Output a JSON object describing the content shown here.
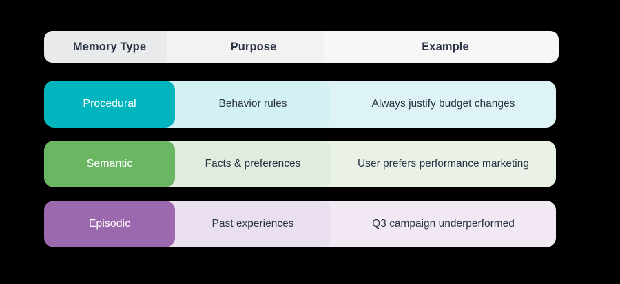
{
  "table": {
    "columns": [
      {
        "key": "type",
        "label": "Memory Type",
        "header_bg": "#e9eaec"
      },
      {
        "key": "purpose",
        "label": "Purpose",
        "header_bg": "#f2f2f3"
      },
      {
        "key": "example",
        "label": "Example",
        "header_bg": "#f7f7f8"
      }
    ],
    "header_text_color": "#2b3445",
    "body_text_color": "#2b3445",
    "background": "#000000",
    "rows": [
      {
        "type": "Procedural",
        "purpose": "Behavior rules",
        "example": "Always justify budget changes",
        "accent": "#00b5bd",
        "purpose_bg": "#d3f0f2",
        "example_bg": "#ddf3f5",
        "type_text_color": "#ffffff"
      },
      {
        "type": "Semantic",
        "purpose": "Facts & preferences",
        "example": "User prefers performance marketing",
        "accent": "#6ab663",
        "purpose_bg": "#e0ecdd",
        "example_bg": "#eaf2e7",
        "type_text_color": "#ffffff"
      },
      {
        "type": "Episodic",
        "purpose": "Past experiences",
        "example": "Q3 campaign underperformed",
        "accent": "#9c68ae",
        "purpose_bg": "#eadfee",
        "example_bg": "#f1e8f4",
        "type_text_color": "#ffffff"
      }
    ]
  }
}
